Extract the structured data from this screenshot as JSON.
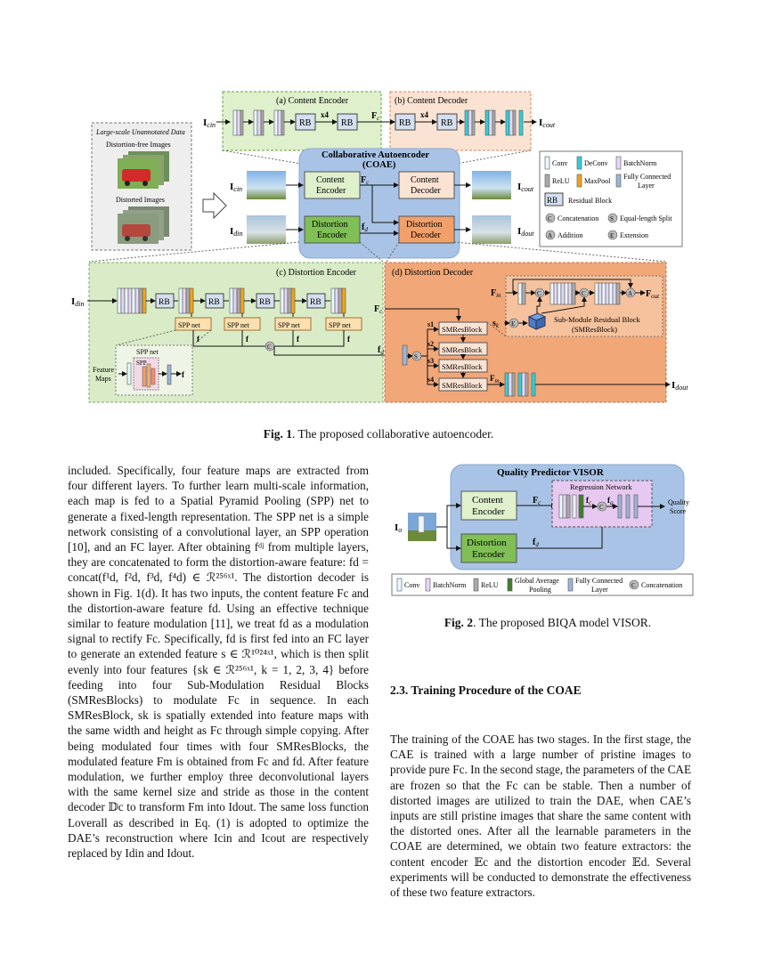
{
  "fig1": {
    "content_encoder_title": "(a) Content Encoder",
    "content_decoder_title": "(b) Content Decoder",
    "distortion_encoder_title": "(c) Distortion Encoder",
    "distortion_decoder_title": "(d) Distortion Decoder",
    "coae_title": "Collaborative Autoencoder",
    "coae_sub": "(COAE)",
    "data_box_title": "Large-scale Unannotated Data",
    "distortion_free_label": "Distortion-free Images",
    "distorted_label": "Distorted Images",
    "rb": "RB",
    "x4": "x4",
    "cin": "I",
    "cin_sub": "cin",
    "cout": "I",
    "cout_sub": "cout",
    "din": "I",
    "din_sub": "din",
    "dout": "I",
    "dout_sub": "dout",
    "fc": "F",
    "fc_sub": "c",
    "fd": "f",
    "fd_sub": "d",
    "content_encoder": [
      "Content",
      "Encoder"
    ],
    "content_decoder": [
      "Content",
      "Decoder"
    ],
    "distortion_encoder": [
      "Distortion",
      "Encoder"
    ],
    "distortion_decoder": [
      "Distortion",
      "Decoder"
    ],
    "spp_net": "SPP net",
    "spp": "SPP",
    "feature_maps": [
      "Feature",
      "Maps"
    ],
    "smresblock": "SMResBlock",
    "fin": "F",
    "fin_sub": "in",
    "fout": "F",
    "fout_sub": "out",
    "sk": "s",
    "sk_sub": "k",
    "fm": "F",
    "fm_sub": "m",
    "s_labels": [
      "s1",
      "s2",
      "s3",
      "s4"
    ],
    "smres_desc": [
      "Sub-Module Residual Block",
      "(SMResBlock)"
    ],
    "legend": {
      "conv": "Conv",
      "deconv": "DeConv",
      "batchnorm": "BatchNorm",
      "relu": "ReLU",
      "maxpool": "MaxPool",
      "fc_layer": [
        "Fully Connected",
        "Layer"
      ],
      "rb_desc": "Residual Block",
      "concat": "Concatenation",
      "split": "Equal-length  Split",
      "addition": "Addition",
      "extension": "Extension",
      "sym_c": "C",
      "sym_s": "S",
      "sym_a": "A",
      "sym_e": "E"
    },
    "caption_bold": "Fig. 1",
    "caption_text": ". The proposed collaborative autoencoder."
  },
  "fig2": {
    "title": "Quality Predictor VISOR",
    "regression": "Regression Network",
    "content_encoder": [
      "Content",
      "Encoder"
    ],
    "distortion_encoder": [
      "Distortion",
      "Encoder"
    ],
    "quality_score": [
      "Quality",
      "Score"
    ],
    "io": "I",
    "io_sub": "o",
    "fc": "F",
    "fc_sub": "c",
    "fd": "f",
    "fd_sub": "d",
    "fc_small": "f",
    "fc_small_sub": "c",
    "fq": "f",
    "fq_sub": "q",
    "legend": {
      "conv": "Conv",
      "batchnorm": "BatchNorm",
      "relu": "ReLU",
      "gap": [
        "Global Average",
        "Pooling"
      ],
      "fc_layer": [
        "Fully Connected",
        "Layer"
      ],
      "concat": "Concatenation",
      "sym_c": "C"
    },
    "caption_bold": "Fig. 2",
    "caption_text": ". The proposed BIQA model VISOR."
  },
  "section": {
    "heading": "2.3.   Training Procedure of the COAE"
  },
  "left_text": "included. Specifically, four feature maps are extracted from four different layers. To further learn multi-scale information, each map is fed to a Spatial Pyramid Pooling (SPP) net to generate a fixed-length representation. The SPP net is a simple network consisting of a convolutional layer, an SPP operation [10], and an FC layer. After obtaining fᵈʲ from multiple layers, they are concatenated to form the distortion-aware feature: fd = concat(f¹d, f²d, f³d, f⁴d) ∈ ℛ²⁵⁶ˣ¹. The distortion decoder is shown in Fig. 1(d). It has two inputs, the content feature Fc and the distortion-aware feature fd. Using an effective technique similar to feature modulation [11], we treat fd as a modulation signal to rectify Fc. Specifically, fd is first fed into an FC layer to generate an extended feature s ∈ ℛ¹⁰²⁴ˣ¹, which is then split evenly into four features {sk ∈ ℛ²⁵⁶ˣ¹, k = 1, 2, 3, 4} before feeding into four Sub-Modulation Residual Blocks (SMResBlocks) to modulate Fc in sequence. In each SMResBlock, sk is spatially extended into feature maps with the same width and height as Fc through simple copying. After being modulated four times with four SMResBlocks, the modulated feature Fm is obtained from Fc and fd. After feature modulation, we further employ three deconvolutional layers with the same kernel size and stride as those in the content decoder 𝔻c to transform Fm into Idout. The same loss function Loverall as described in Eq. (1) is adopted to optimize the DAE’s reconstruction where Icin and Icout are respectively replaced by Idin and Idout.",
  "right_text": "The training of the COAE has two stages. In the first stage, the CAE is trained with a large number of pristine images to provide pure Fc. In the second stage, the parameters of the CAE are frozen so that the Fc can be stable. Then a number of distorted images are utilized to train the DAE, when CAE’s inputs are still pristine images that share the same content with the distorted ones. After all the learnable parameters in the COAE are determined, we obtain two feature extractors: the content encoder 𝔼c and the distortion encoder 𝔼d. Several experiments will be conducted to demonstrate the effectiveness of these two feature extractors."
}
